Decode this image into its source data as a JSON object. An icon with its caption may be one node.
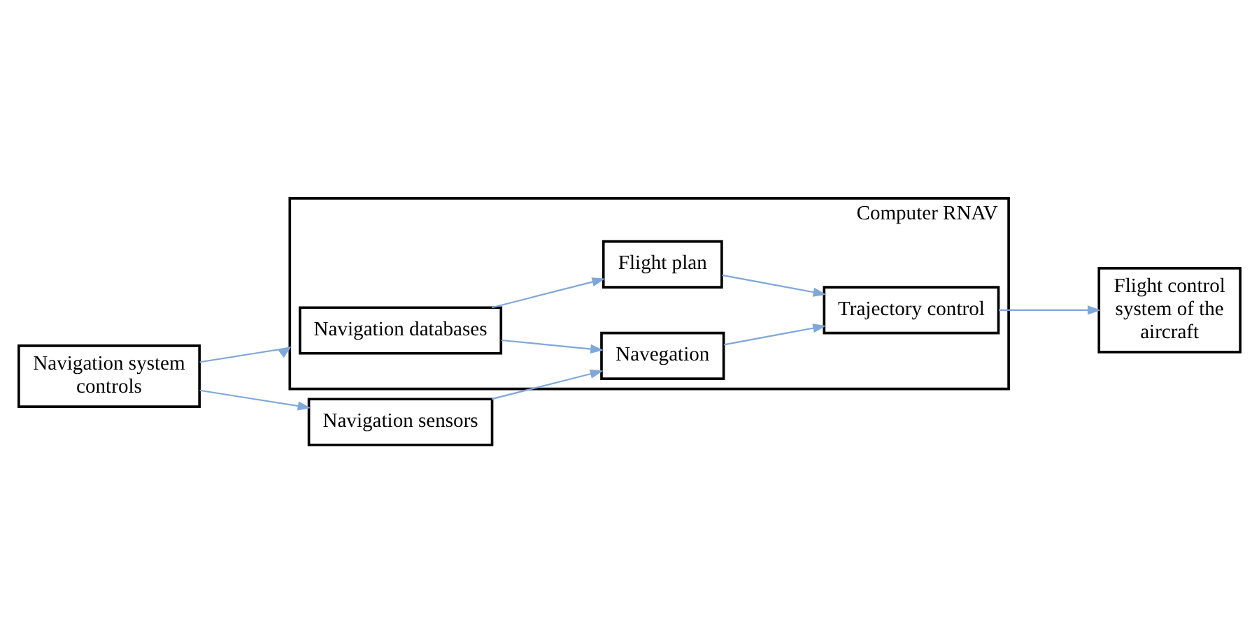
{
  "diagram": {
    "nodes": [
      {
        "text": [
          "Navigation system controls"
        ]
      },
      {
        "text": [
          "Computer RNAV"
        ]
      },
      {
        "text": [
          "Navigation databases"
        ],
        "in": 1
      },
      {
        "text": [
          "Flight plan"
        ],
        "in": 1
      },
      {
        "text": [
          "Trajectory control"
        ],
        "in": 1
      },
      {
        "text": [
          "Navegation"
        ],
        "in": 1
      },
      {
        "text": [
          "Navigation sensors"
        ]
      },
      {
        "text": [
          "Flight control system of the aircraft"
        ]
      }
    ],
    "edges": [
      {
        "from": 0,
        "to": 1,
        "arrow": "to"
      },
      {
        "from": 0,
        "to": 6,
        "arrow": "to"
      },
      {
        "from": 2,
        "to": 3,
        "arrow": "to"
      },
      {
        "from": 3,
        "to": 4,
        "arrow": "to"
      },
      {
        "from": 2,
        "to": 5,
        "arrow": "to"
      },
      {
        "from": 6,
        "to": 5,
        "arrow": "to"
      },
      {
        "from": 5,
        "to": 4,
        "arrow": "to"
      },
      {
        "from": 4,
        "to": 7,
        "arrow": "to"
      }
    ]
  }
}
